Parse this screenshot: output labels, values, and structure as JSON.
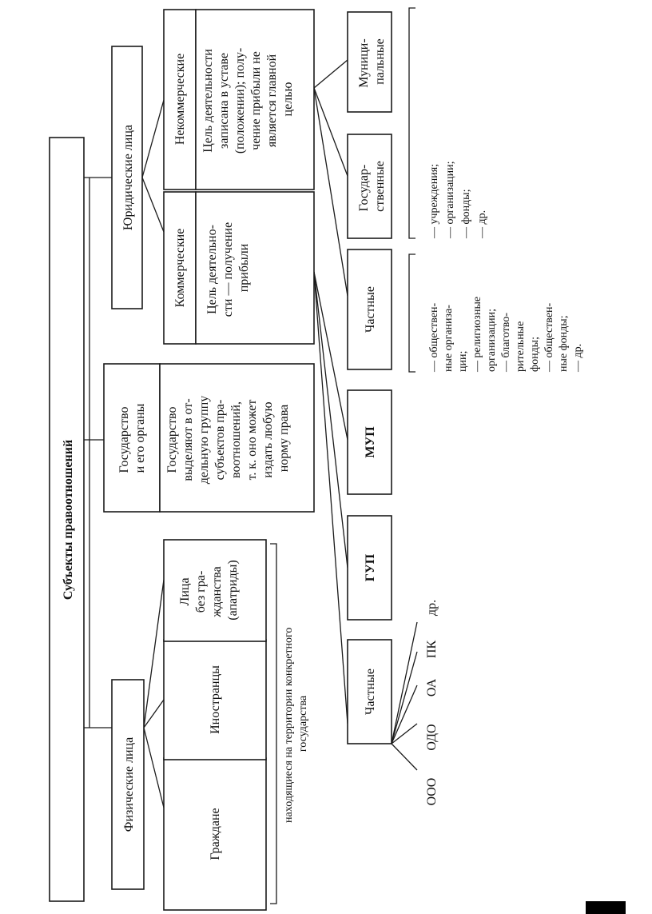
{
  "root": {
    "label": "Субъекты правоотношений"
  },
  "physical": {
    "label": "Физические лица",
    "citizens": "Граждане",
    "foreigners": "Иностранцы",
    "stateless": [
      "Лица",
      "без гра-",
      "жданства",
      "(апатриды)"
    ],
    "note": [
      "находящиеся на территории конкретного",
      "государства"
    ]
  },
  "state": {
    "label": [
      "Государство",
      "и его органы"
    ],
    "desc": [
      "Государство",
      "выделяют в от-",
      "дельную группу",
      "субъектов пра-",
      "воотношений,",
      "т. к. оно может",
      "издать любую",
      "норму права"
    ]
  },
  "legal": {
    "label": "Юридические лица",
    "commercial": {
      "label": "Коммерческие",
      "desc": [
        "Цель деятельно-",
        "сти — получение",
        "прибыли"
      ],
      "private": {
        "label": "Частные",
        "forms": [
          "ООО",
          "ОДО",
          "ОА",
          "ПК",
          "др."
        ]
      },
      "gup": "ГУП",
      "mup": "МУП"
    },
    "noncommercial": {
      "label": "Некоммерческие",
      "desc": [
        "Цель деятельности",
        "записана в уставе",
        "(положении); полу-",
        "чение прибыли не",
        "является главной",
        "целью"
      ],
      "private": {
        "label": "Частные",
        "list": [
          "— обществен-",
          "ные организа-",
          "ции;",
          "— религиозные",
          "организации;",
          "— благотво-",
          "рительные",
          "фонды;",
          "— обществен-",
          "ные фонды;",
          "— др."
        ]
      },
      "state": {
        "label": [
          "Государ-",
          "ственные"
        ],
        "list": [
          "— учреждения;",
          "— организации;",
          "— фонды;",
          "— др."
        ]
      },
      "municipal": {
        "label": [
          "Муници-",
          "пальные"
        ]
      }
    }
  }
}
